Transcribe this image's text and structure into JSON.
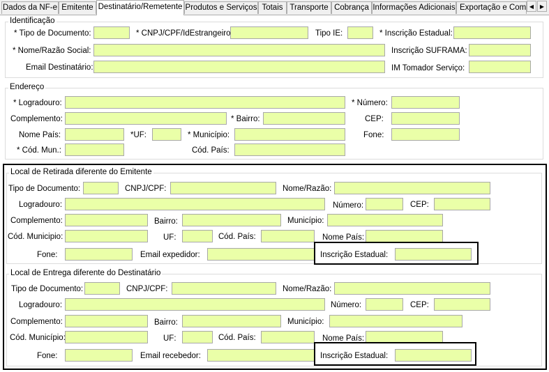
{
  "tabs": [
    {
      "label": "Dados da NF-e"
    },
    {
      "label": "Emitente"
    },
    {
      "label": "Destinatário/Remetente"
    },
    {
      "label": "Produtos e Serviços"
    },
    {
      "label": "Totais"
    },
    {
      "label": "Transporte"
    },
    {
      "label": "Cobrança"
    },
    {
      "label": "Informações Adicionais"
    },
    {
      "label": "Exportação e Compra"
    }
  ],
  "scroll": {
    "left": "◀",
    "right": "▶"
  },
  "identificacao": {
    "title": "Identificação",
    "tipo_documento": "* Tipo de Documento:",
    "cnpj_cpf": "* CNPJ/CPF/IdEstrangeiro:",
    "tipo_ie": "Tipo IE:",
    "inscricao_estadual": "* Inscrição Estadual:",
    "nome_razao": "* Nome/Razão Social:",
    "inscricao_suframa": "Inscrição SUFRAMA:",
    "email": "Email Destinatário:",
    "im_tomador": "IM Tomador Serviço:"
  },
  "endereco": {
    "title": "Endereço",
    "logradouro": "* Logradouro:",
    "numero": "* Número:",
    "complemento": "Complemento:",
    "bairro": "* Bairro:",
    "cep": "CEP:",
    "nome_pais": "Nome País:",
    "uf": "*UF:",
    "municipio": "* Município:",
    "fone": "Fone:",
    "cod_mun": "* Cód. Mun.:",
    "cod_pais": "Cód. País:"
  },
  "retirada": {
    "title": "Local de Retirada diferente do Emitente",
    "tipo_documento": "Tipo de Documento:",
    "cnpj_cpf": "CNPJ/CPF:",
    "nome_razao": "Nome/Razão:",
    "logradouro": "Logradouro:",
    "numero": "Número:",
    "cep": "CEP:",
    "complemento": "Complemento:",
    "bairro": "Bairro:",
    "municipio": "Município:",
    "cod_municipio": "Cód. Municipio:",
    "uf": "UF:",
    "cod_pais": "Cód. País:",
    "nome_pais": "Nome País:",
    "fone": "Fone:",
    "email": "Email expedidor:",
    "inscricao_estadual": "Inscrição Estadual:"
  },
  "entrega": {
    "title": "Local de Entrega diferente do Destinatário",
    "tipo_documento": "Tipo de Documento:",
    "cnpj_cpf": "CNPJ/CPF:",
    "nome_razao": "Nome/Razão:",
    "logradouro": "Logradouro:",
    "numero": "Número:",
    "cep": "CEP:",
    "complemento": "Complemento:",
    "bairro": "Bairro:",
    "municipio": "Município:",
    "cod_municipio": "Cód. Município:",
    "uf": "UF:",
    "cod_pais": "Cód. País:",
    "nome_pais": "Nome País:",
    "fone": "Fone:",
    "email": "Email recebedor:",
    "inscricao_estadual": "Inscrição Estadual:"
  },
  "colors": {
    "input_bg": "#eaffa8",
    "highlight": "#000000"
  }
}
